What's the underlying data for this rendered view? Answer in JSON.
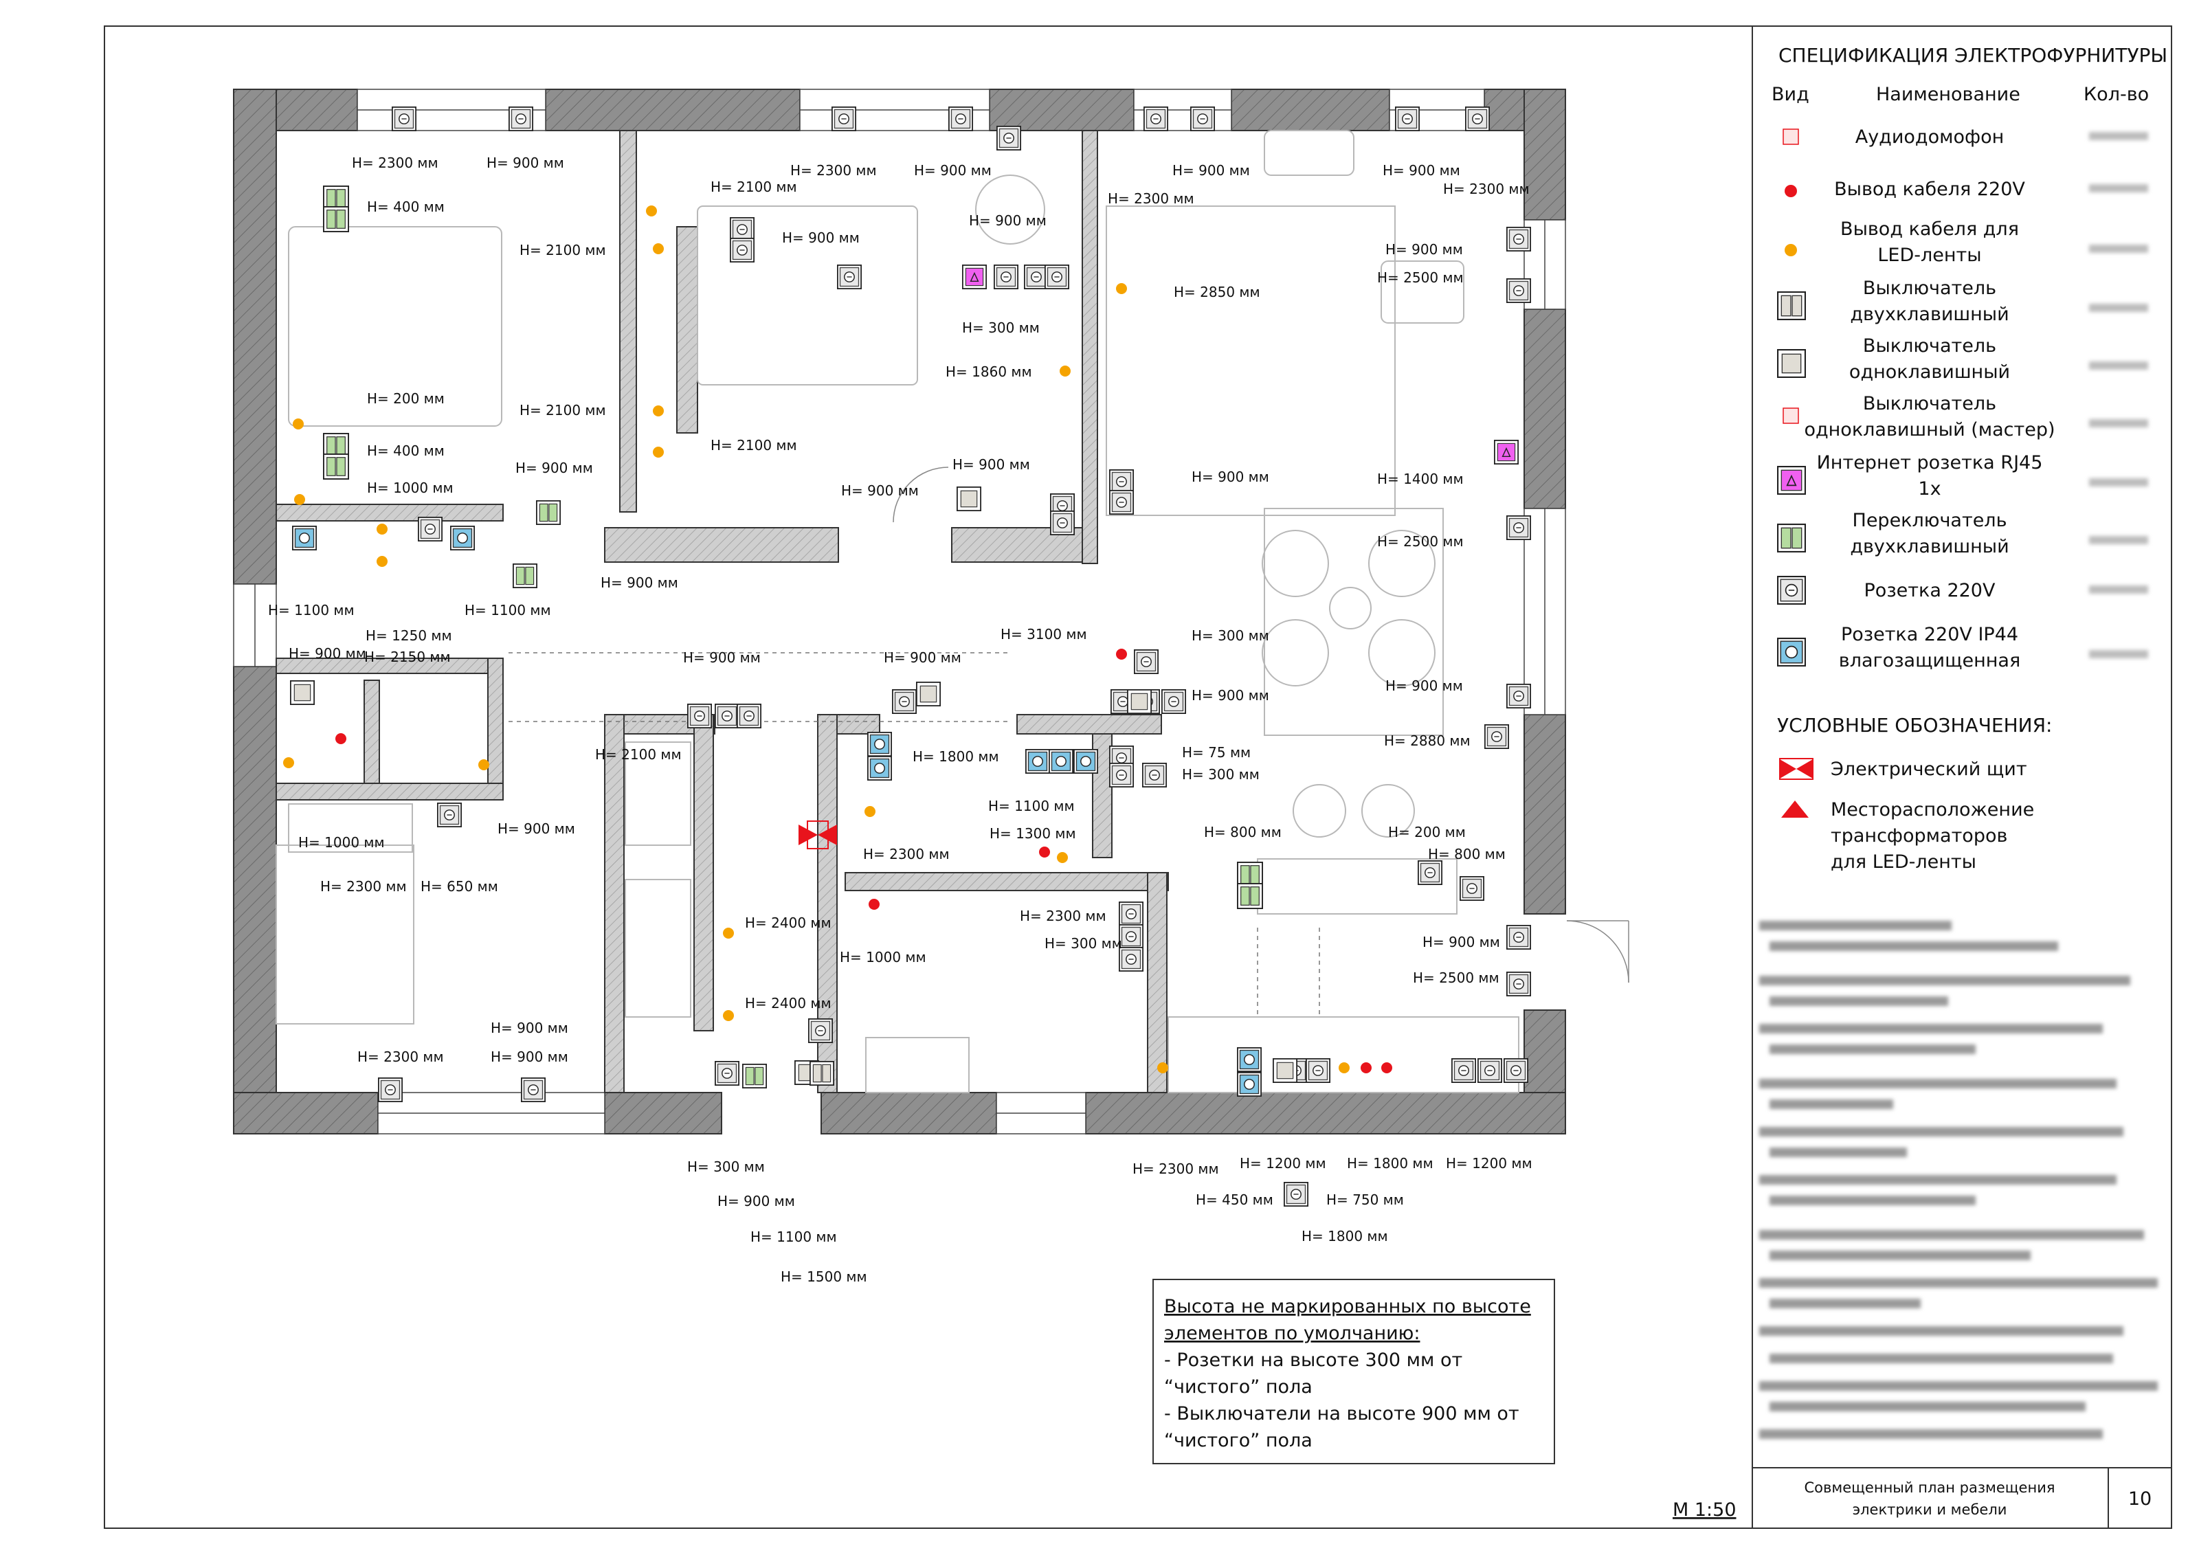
{
  "spec": {
    "title": "СПЕЦИФИКАЦИЯ ЭЛЕКТРОФУРНИТУРЫ",
    "col_view": "Вид",
    "col_name": "Наименование",
    "col_qty": "Кол-во",
    "items": [
      {
        "name_l1": "Аудиодомофон",
        "name_l2": "",
        "icon": "intercom-icon"
      },
      {
        "name_l1": "Вывод кабеля 220V",
        "name_l2": "",
        "icon": "cable-220v-icon"
      },
      {
        "name_l1": "Вывод кабеля для",
        "name_l2": "LED-ленты",
        "icon": "cable-led-icon"
      },
      {
        "name_l1": "Выключатель",
        "name_l2": "двухклавишный",
        "icon": "switch-double-icon"
      },
      {
        "name_l1": "Выключатель",
        "name_l2": "одноклавишный",
        "icon": "switch-single-icon"
      },
      {
        "name_l1": "Выключатель",
        "name_l2": "одноклавишный (мастер)",
        "icon": "switch-master-icon"
      },
      {
        "name_l1": "Интернет розетка RJ45",
        "name_l2": "1х",
        "icon": "rj45-icon"
      },
      {
        "name_l1": "Переключатель",
        "name_l2": "двухклавишный",
        "icon": "toggle-double-icon"
      },
      {
        "name_l1": "Розетка 220V",
        "name_l2": "",
        "icon": "socket-icon"
      },
      {
        "name_l1": "Розетка 220V IP44",
        "name_l2": "влагозащищенная",
        "icon": "socket-ip44-icon"
      }
    ]
  },
  "legend": {
    "title": "УСЛОВНЫЕ ОБОЗНАЧЕНИЯ:",
    "panel": "Электрический щит",
    "transformer_l1": "Месторасположение",
    "transformer_l2": "трансформаторов",
    "transformer_l3": "для LED-ленты"
  },
  "note": {
    "line1": "Высота не маркированных по высоте",
    "line2": "элементов по умолчанию:",
    "line3": "- Розетки на высоте 300 мм от",
    "line4": "“чистого” пола",
    "line5": "- Выключатели на высоте 900 мм от",
    "line6": "“чистого” пола"
  },
  "titleblock": {
    "scale": "М 1:50",
    "caption_l1": "Совмещенный план размещения",
    "caption_l2": "электрики и мебели",
    "sheet_no": "10"
  },
  "colors": {
    "wall": "#8c8c8c",
    "red_dot": "#e8141c",
    "orange_dot": "#f5a300",
    "switch_green": "#b5dca0",
    "rj45_pink": "#f060f0",
    "ip44_blue": "#7fc6e6"
  },
  "height_labels": [
    "H= 2300 мм",
    "H= 900 мм",
    "H= 400 мм",
    "H= 200 мм",
    "H= 400 мм",
    "H= 1000 мм",
    "H= 2100 мм",
    "H= 900 мм",
    "H= 2100 мм",
    "H= 2100 мм",
    "H= 2100 мм",
    "H= 900 мм",
    "H= 2300 мм",
    "H= 900 мм",
    "H= 900 мм",
    "H= 300 мм",
    "H= 2850 мм",
    "H= 1860 мм",
    "H= 900 мм",
    "H= 900 мм",
    "H= 900 мм",
    "H= 900 мм",
    "H= 2300 мм",
    "H= 900 мм",
    "H= 2300 мм",
    "H= 900 мм",
    "H= 2500 мм",
    "H= 1400 мм",
    "H= 2500 мм",
    "H= 1100 мм",
    "H= 1250 мм",
    "H= 1100 мм",
    "H= 900 мм",
    "H= 2150 мм",
    "H= 900 мм",
    "H= 900 мм",
    "H= 900 мм",
    "H= 3100 мм",
    "H= 300 мм",
    "H= 900 мм",
    "H= 900 мм",
    "H= 2880 мм",
    "H= 2100 мм",
    "H= 1800 мм",
    "H= 75 мм",
    "H= 300 мм",
    "H= 1000 мм",
    "H= 900 мм",
    "H= 1100 мм",
    "H= 1300 мм",
    "H= 800 мм",
    "H= 200 мм",
    "H= 800 мм",
    "H= 2300 мм",
    "H= 650 мм",
    "H= 2300 мм",
    "H= 2400 мм",
    "H= 2300 мм",
    "H= 300 мм",
    "H= 1000 мм",
    "H= 900 мм",
    "H= 2500 мм",
    "H= 2400 мм",
    "H= 900 мм",
    "H= 2300 мм",
    "H= 900 мм",
    "H= 300 мм",
    "H= 900 мм",
    "H= 1100 мм",
    "H= 1500 мм",
    "H= 2300 мм",
    "H= 1200 мм",
    "H= 450 мм",
    "H= 1800 мм",
    "H= 750 мм",
    "H= 1800 мм",
    "H= 1200 мм"
  ]
}
